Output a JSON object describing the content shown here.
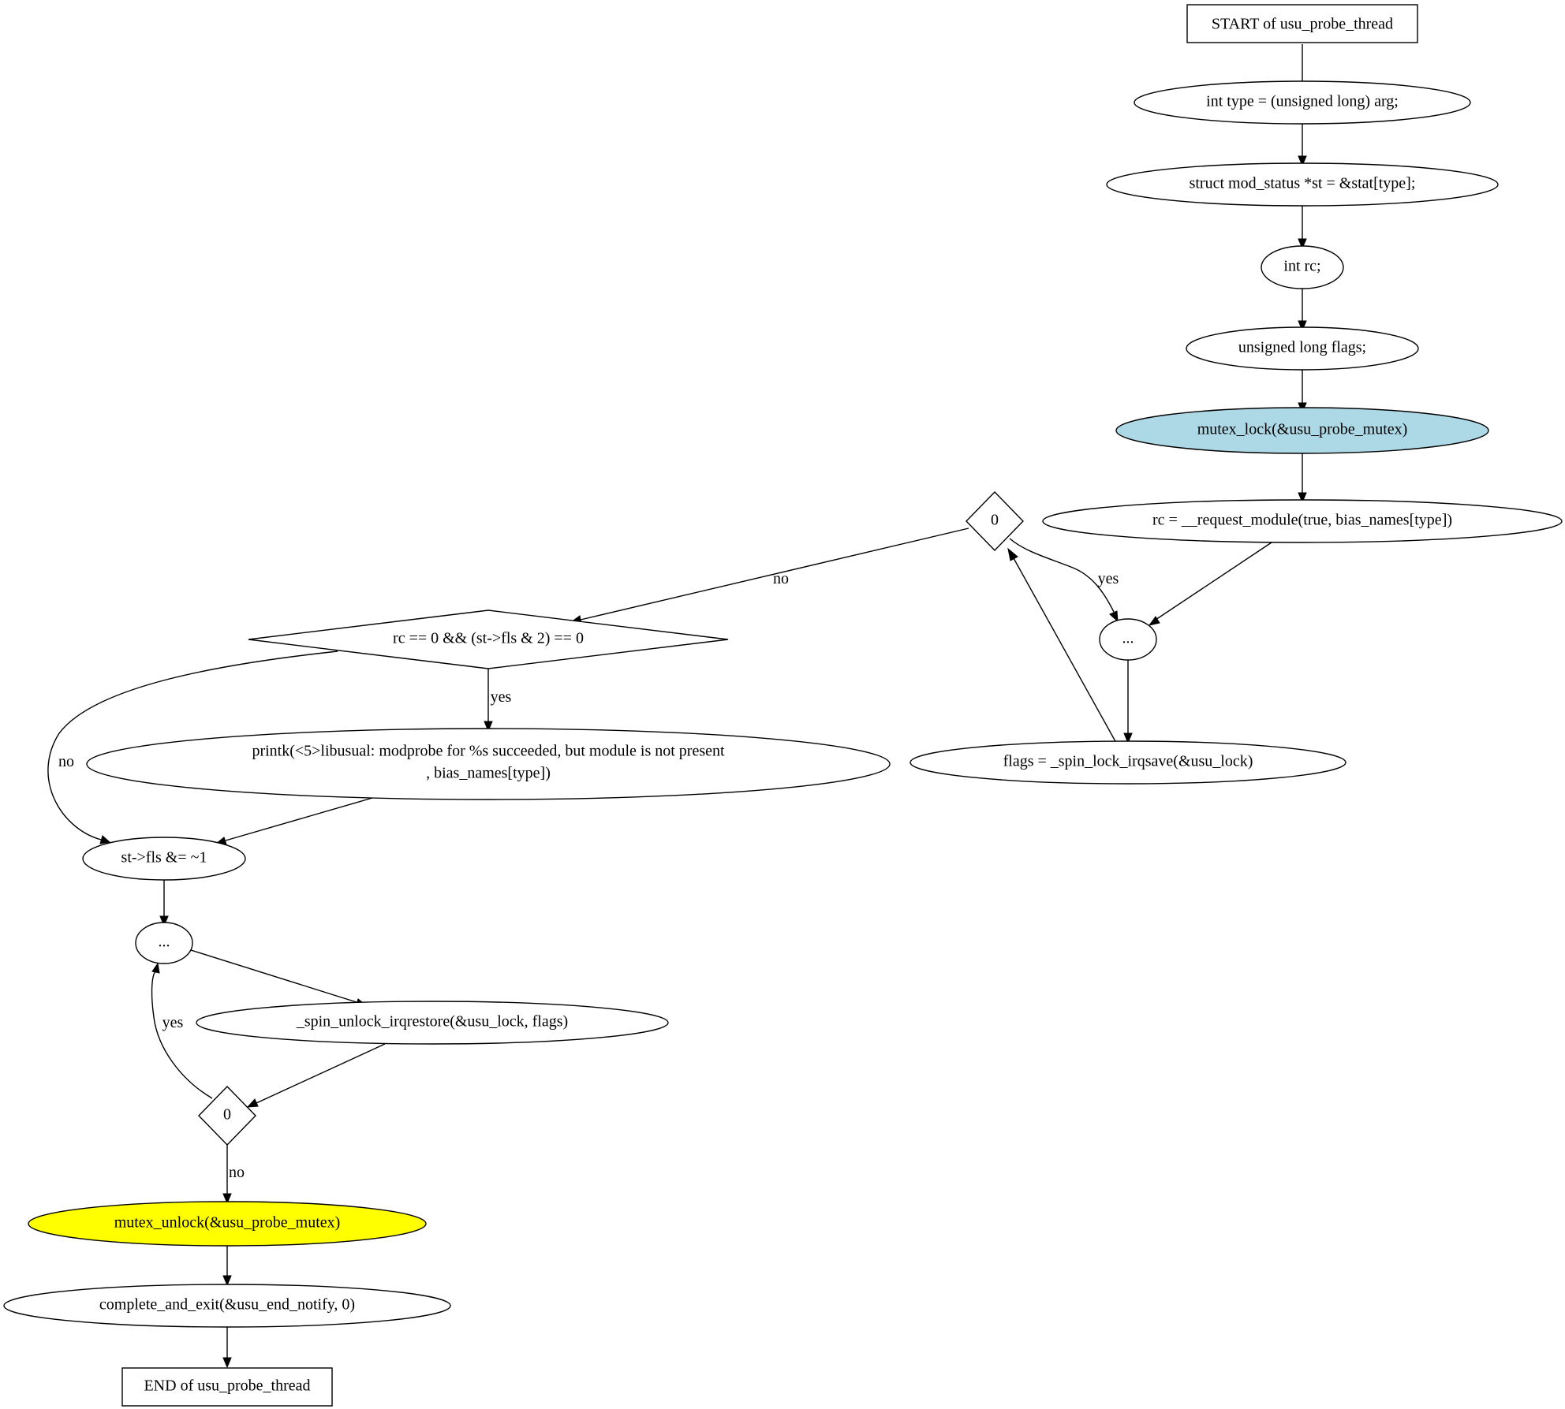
{
  "diagram": {
    "colors": {
      "default_fill": "#ffffff",
      "mutex_lock_fill": "#add8e6",
      "mutex_unlock_fill": "#ffff00",
      "stroke": "#000000"
    },
    "nodes": {
      "start": {
        "label": "START of usu_probe_thread"
      },
      "int_type": {
        "label": "int type = (unsigned long) arg;"
      },
      "struct_st": {
        "label": "struct mod_status *st = &stat[type];"
      },
      "int_rc": {
        "label": "int rc;"
      },
      "flags_decl": {
        "label": "unsigned long flags;"
      },
      "mutex_lock": {
        "label": "mutex_lock(&usu_probe_mutex)"
      },
      "request_module": {
        "label": "rc = __request_module(true, bias_names[type])"
      },
      "decision_top": {
        "label": "0"
      },
      "ellipsis_top": {
        "label": "..."
      },
      "spin_lock": {
        "label": "flags = _spin_lock_irqsave(&usu_lock)"
      },
      "decision_rc": {
        "label": "rc == 0 && (st->fls & 2) == 0"
      },
      "printk": {
        "label_line1": "printk(<5>libusual: modprobe for %s succeeded, but module is not present",
        "label_line2": ", bias_names[type])"
      },
      "fls_clear": {
        "label": "st->fls &= ~1"
      },
      "ellipsis_bottom": {
        "label": "..."
      },
      "spin_unlock": {
        "label": "_spin_unlock_irqrestore(&usu_lock, flags)"
      },
      "decision_bottom": {
        "label": "0"
      },
      "mutex_unlock": {
        "label": "mutex_unlock(&usu_probe_mutex)"
      },
      "complete_exit": {
        "label": "complete_and_exit(&usu_end_notify, 0)"
      },
      "end": {
        "label": "END of usu_probe_thread"
      }
    },
    "edges": {
      "top_no": {
        "label": "no"
      },
      "top_yes": {
        "label": "yes"
      },
      "rc_yes": {
        "label": "yes"
      },
      "rc_no": {
        "label": "no"
      },
      "bottom_yes": {
        "label": "yes"
      },
      "bottom_no": {
        "label": "no"
      }
    }
  }
}
